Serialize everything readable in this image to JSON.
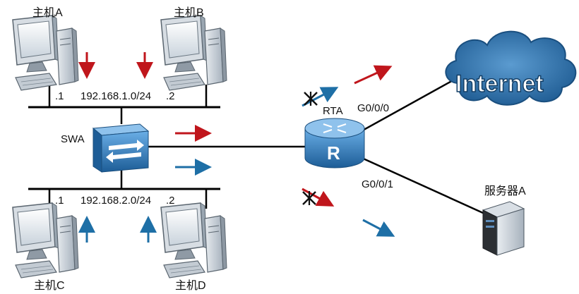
{
  "hosts": {
    "a": {
      "label": "主机A"
    },
    "b": {
      "label": "主机B"
    },
    "c": {
      "label": "主机C"
    },
    "d": {
      "label": "主机D"
    }
  },
  "segments": {
    "top": {
      "network": "192.168.1.0/24",
      "left_suffix": ".1",
      "right_suffix": ".2"
    },
    "bottom": {
      "network": "192.168.2.0/24",
      "left_suffix": ".1",
      "right_suffix": ".2"
    }
  },
  "switch": {
    "label": "SWA"
  },
  "router": {
    "label": "RTA",
    "icon_letter": "R"
  },
  "interfaces": {
    "to_internet": "G0/0/0",
    "to_server": "G0/0/1"
  },
  "internet": {
    "label": "Internet"
  },
  "server": {
    "label": "服务器A"
  },
  "colors": {
    "red_arrow": "#c0161c",
    "blue_arrow": "#1e6fa6",
    "cloud_fill": "#2b6ea8",
    "device_blue": "#2f7cc0",
    "line": "#000000"
  },
  "icons": {
    "pc": "desktop-computer-icon",
    "switch": "switch-icon",
    "router": "router-icon",
    "server": "server-icon",
    "cloud": "cloud-icon",
    "blocked": "x-mark-icon"
  }
}
